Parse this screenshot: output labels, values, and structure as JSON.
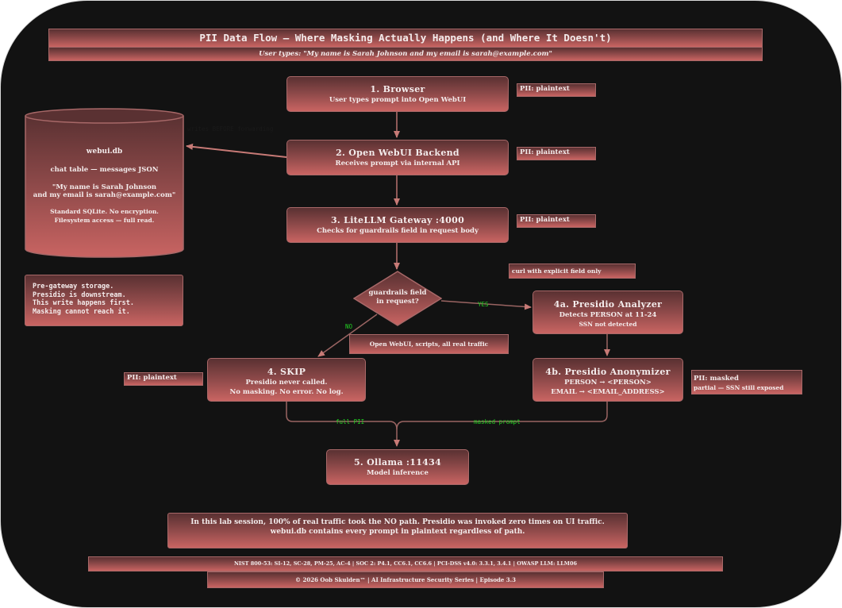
{
  "header": {
    "title": "PII Data Flow — Where Masking Actually Happens (and Where It Doesn't)",
    "subtitle": "User types: \"My name is Sarah Johnson and my email is sarah@example.com\""
  },
  "nodes": {
    "browser": {
      "title": "1. Browser",
      "subtitle": "User types prompt into Open WebUI",
      "pii": "PII: plaintext"
    },
    "backend": {
      "title": "2. Open WebUI Backend",
      "subtitle": "Receives prompt via internal API",
      "pii": "PII: plaintext"
    },
    "gateway": {
      "title": "3. LiteLLM Gateway :4000",
      "subtitle": "Checks for guardrails field in request body",
      "pii": "PII: plaintext"
    },
    "decision": {
      "line1": "guardrails field",
      "line2": "in request?"
    },
    "skip": {
      "title": "4. SKIP",
      "line1": "Presidio never called.",
      "line2": "No masking. No error. No log.",
      "pii": "PII: plaintext"
    },
    "analyzer": {
      "title": "4a. Presidio Analyzer",
      "line1": "Detects PERSON at 11-24",
      "line2": "SSN not detected"
    },
    "anonymizer": {
      "title": "4b. Presidio Anonymizer",
      "line1": "PERSON → <PERSON>",
      "line2": "EMAIL → <EMAIL_ADDRESS>",
      "pii": "PII: masked",
      "pii_note": "partial — SSN still exposed"
    },
    "ollama": {
      "title": "5. Ollama :11434",
      "subtitle": "Model inference"
    }
  },
  "database": {
    "name": "webui.db",
    "table": "chat table — messages JSON",
    "quote_line1": "\"My name is Sarah Johnson",
    "quote_line2": "and my email is sarah@example.com\"",
    "note_line1": "Standard SQLite. No encryption.",
    "note_line2": "Filesystem access — full read."
  },
  "side_note": {
    "lines": [
      "Pre-gateway storage.",
      "Presidio is downstream.",
      "This write happens first.",
      "Masking cannot reach it."
    ]
  },
  "edge_labels": {
    "db_write": "writes BEFORE forwarding",
    "yes": "YES",
    "no": "NO",
    "yes_note": "curl with explicit field only",
    "no_note": "Open WebUI, scripts, all real traffic",
    "full_pii": "full PII",
    "masked_prompt": "masked prompt"
  },
  "summary": {
    "line1": "In this lab session, 100% of real traffic took the NO path. Presidio was invoked zero times on UI traffic.",
    "line2": "webui.db contains every prompt in plaintext regardless of path."
  },
  "footer": {
    "compliance": "NIST 800-53: SI-12, SC-28, PM-25, AC-4 | SOC 2: P4.1, CC6.1, CC6.6 | PCI-DSS v4.0: 3.3.1, 3.4.1 | OWASP LLM: LLM06",
    "credit": "© 2026 Oob Skulden™ | AI Infrastructure Security Series | Episode 3.3"
  },
  "colors": {
    "background": "#121212",
    "box_top": "#5a3132",
    "box_bottom": "#c96462",
    "border": "#a86868",
    "text": "#f4ecec",
    "label_green": "#22d022",
    "connector": "#c77a76"
  }
}
